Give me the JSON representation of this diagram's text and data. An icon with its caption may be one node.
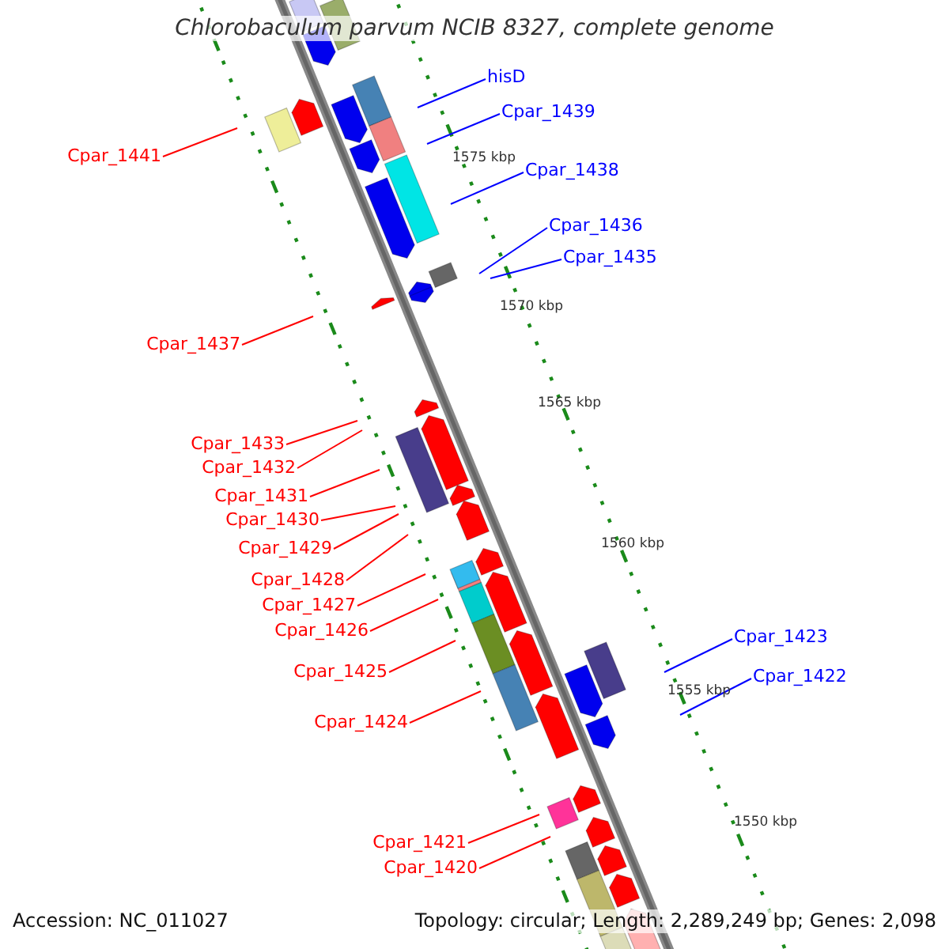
{
  "diagram": {
    "title": "Chlorobaculum parvum NCIB 8327, complete genome",
    "nodes": [
      {
        "text": [
          "hisD"
        ]
      },
      {
        "text": [
          "Cpar_1439"
        ]
      },
      {
        "text": [
          "Cpar_1441"
        ]
      },
      {
        "text": [
          "Cpar_1438"
        ]
      },
      {
        "text": [
          "Cpar_1436"
        ]
      },
      {
        "text": [
          "Cpar_1435"
        ]
      },
      {
        "text": [
          "Cpar_1437"
        ]
      },
      {
        "text": [
          "Cpar_1433"
        ]
      },
      {
        "text": [
          "Cpar_1432"
        ]
      },
      {
        "text": [
          "Cpar_1431"
        ]
      },
      {
        "text": [
          "Cpar_1430"
        ]
      },
      {
        "text": [
          "Cpar_1429"
        ]
      },
      {
        "text": [
          "Cpar_1428"
        ]
      },
      {
        "text": [
          "Cpar_1427"
        ]
      },
      {
        "text": [
          "Cpar_1426"
        ]
      },
      {
        "text": [
          "Cpar_1423"
        ]
      },
      {
        "text": [
          "Cpar_1425"
        ]
      },
      {
        "text": [
          "Cpar_1422"
        ]
      },
      {
        "text": [
          "Cpar_1424"
        ]
      },
      {
        "text": [
          "Cpar_1421"
        ]
      },
      {
        "text": [
          "Cpar_1420"
        ]
      }
    ],
    "edges": [
      {
        "from": 0,
        "to": null,
        "arrow": "none",
        "color": "#0000ff"
      },
      {
        "from": 1,
        "to": null,
        "arrow": "none",
        "color": "#0000ff"
      },
      {
        "from": 2,
        "to": null,
        "arrow": "none"
      },
      {
        "from": 3,
        "to": null,
        "arrow": "none",
        "color": "#0000ff"
      },
      {
        "from": 4,
        "to": null,
        "arrow": "none",
        "color": "#0000ff"
      },
      {
        "from": 5,
        "to": null,
        "arrow": "none",
        "color": "#0000ff"
      },
      {
        "from": 6,
        "to": null,
        "arrow": "none"
      },
      {
        "from": 7,
        "to": null,
        "arrow": "none"
      },
      {
        "from": 8,
        "to": null,
        "arrow": "none"
      },
      {
        "from": 9,
        "to": null,
        "arrow": "none"
      },
      {
        "from": 10,
        "to": null,
        "arrow": "none"
      },
      {
        "from": 11,
        "to": null,
        "arrow": "none"
      },
      {
        "from": 12,
        "to": null,
        "arrow": "none"
      },
      {
        "from": 13,
        "to": null,
        "arrow": "none"
      },
      {
        "from": 14,
        "to": null,
        "arrow": "none"
      },
      {
        "from": 15,
        "to": null,
        "arrow": "none",
        "color": "#0000ff"
      },
      {
        "from": 16,
        "to": null,
        "arrow": "none"
      },
      {
        "from": 17,
        "to": null,
        "arrow": "none",
        "color": "#0000ff"
      },
      {
        "from": 18,
        "to": null,
        "arrow": "none"
      },
      {
        "from": 19,
        "to": null,
        "arrow": "none"
      },
      {
        "from": 20,
        "to": null,
        "arrow": "none"
      }
    ],
    "labels": [
      "1575 kbp",
      "1570 kbp",
      "1565 kbp",
      "1560 kbp",
      "1555 kbp",
      "1550 kbp",
      "Accession: NC_011027",
      "Topology: circular; Length: 2,289,249 bp; Genes: 2,098"
    ]
  }
}
